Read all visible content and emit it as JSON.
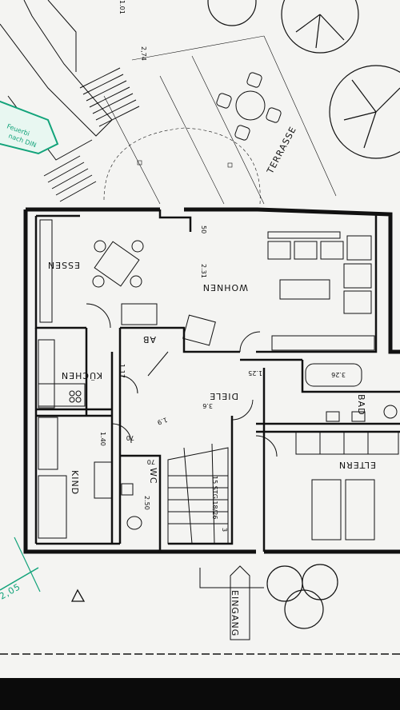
{
  "rooms": {
    "essen": "ESSEN",
    "wohnen": "WOHNEN",
    "kuchen": "KÜCHEN",
    "kind": "KIND",
    "ab": "AB",
    "wc": "WC",
    "diele": "DIELE",
    "bad": "BAD",
    "eltern": "ELTERN",
    "terrasse": "TERRASSE",
    "eingang": "EINGANG"
  },
  "dimensions": {
    "d_2_74": "2,74",
    "d_1_01": "1.01",
    "d_50": "50",
    "d_2_31": "2.31",
    "d_1_25": "1.25",
    "d_3_26": "3.26",
    "d_3_6": "3.6",
    "d_1_9": "1.9",
    "d_1_17": "1.17",
    "d_1_40": "1.40",
    "d_70a": "70",
    "d_70b": "70",
    "d_2_50": "2.50",
    "d_2_05": "2,05",
    "stairs": "15 STG 18/26",
    "stairs_num": "3"
  },
  "stamp": {
    "line1": "Feuerbi",
    "line2": "nach DIN"
  },
  "colors": {
    "paper": "#f4f4f2",
    "ink": "#111111",
    "stamp": "#12a37a"
  }
}
